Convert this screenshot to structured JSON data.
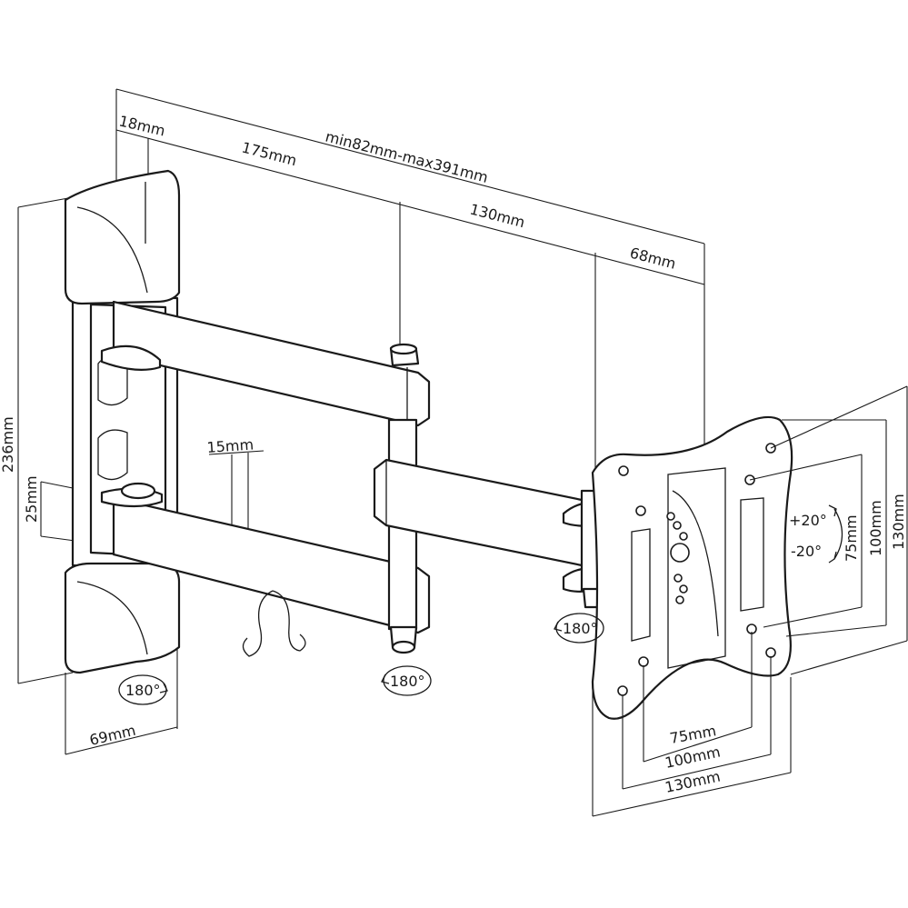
{
  "dimensions": {
    "top_plate": "18mm",
    "total_extension": "min82mm-max391mm",
    "arm1": "175mm",
    "arm2": "130mm",
    "head": "68mm",
    "height": "236mm",
    "arm_thickness": "25mm",
    "arm_gap": "15mm",
    "plate_width": "69mm",
    "vesa_75_h": "75mm",
    "vesa_100_h": "100mm",
    "vesa_130_h": "130mm",
    "vesa_75_v": "75mm",
    "vesa_100_v": "100mm",
    "vesa_130_v": "130mm"
  },
  "rotation": {
    "wall": "180°",
    "joint": "180°",
    "head": "180°",
    "tilt_up": "+20°",
    "tilt_down": "-20°"
  }
}
